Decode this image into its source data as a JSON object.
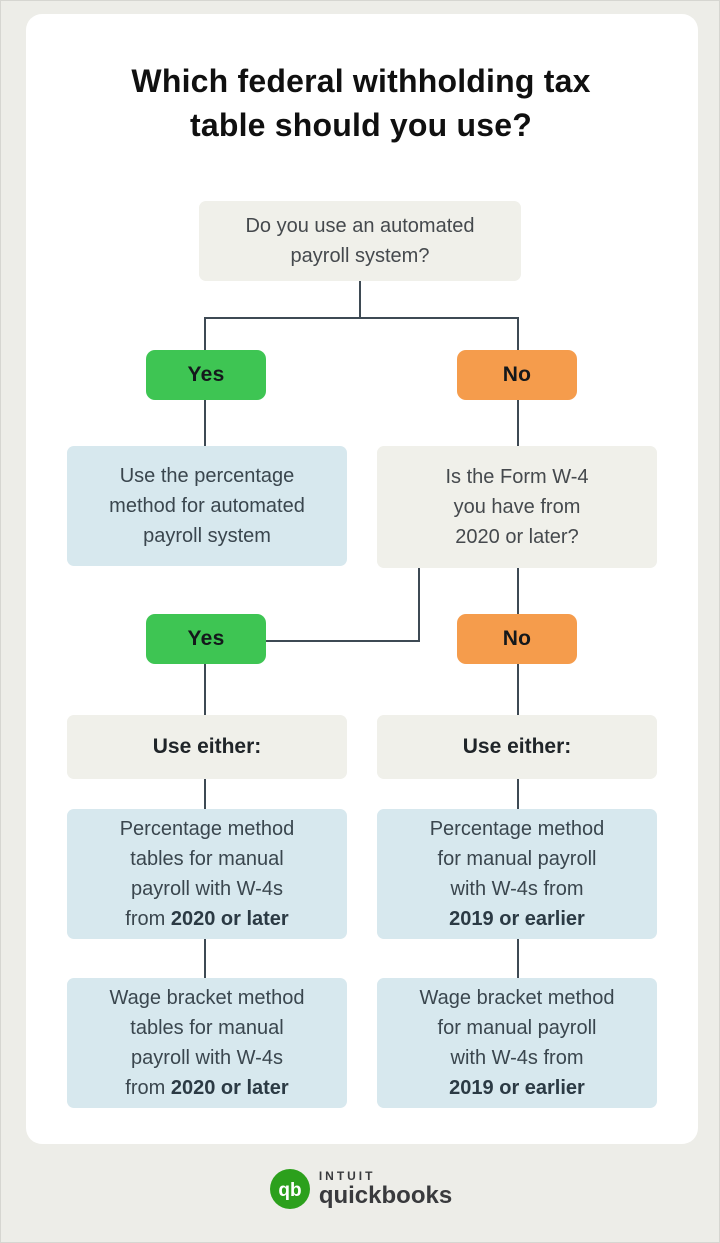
{
  "title": {
    "line1": "Which federal withholding tax",
    "line2": "table should you use?"
  },
  "colors": {
    "background": "#EDEDE8",
    "card": "#FFFFFF",
    "yes_green": "#3EC553",
    "no_orange": "#F59C4C",
    "result_blue": "#D7E8EE",
    "question_gray": "#F0F0EA",
    "connector_line": "#3E4A54",
    "quickbooks_green": "#2CA01C",
    "brand_text": "#393A3D"
  },
  "flow": {
    "q1": {
      "line1": "Do you use an automated",
      "line2": "payroll system?"
    },
    "branch1": {
      "yes": "Yes",
      "no": "No"
    },
    "auto_result": {
      "line1": "Use the percentage",
      "line2": "method for automated",
      "line3": "payroll system"
    },
    "q2": {
      "line1": "Is the Form W-4",
      "line2": "you have from",
      "line3": "2020 or later?"
    },
    "branch2": {
      "yes": "Yes",
      "no": "No"
    },
    "use_either_left": "Use either:",
    "use_either_right": "Use either:",
    "result_pct_2020": {
      "line1": "Percentage method",
      "line2": "tables for manual",
      "line3": "payroll with W-4s",
      "line4_pre": "from ",
      "line4_bold": "2020 or later"
    },
    "result_pct_2019": {
      "line1": "Percentage method",
      "line2": "for manual payroll",
      "line3": "with W-4s from",
      "line4_pre": "",
      "line4_bold": "2019 or earlier"
    },
    "result_wage_2020": {
      "line1": "Wage bracket method",
      "line2": "tables for manual",
      "line3": "payroll with W-4s",
      "line4_pre": "from ",
      "line4_bold": "2020 or later"
    },
    "result_wage_2019": {
      "line1": "Wage bracket method",
      "line2": "for manual payroll",
      "line3": "with W-4s from",
      "line4_pre": "",
      "line4_bold": "2019 or earlier"
    }
  },
  "footer": {
    "monogram": "qb",
    "brand_name_top": "INTUIT",
    "brand_name_bottom": "quickbooks"
  }
}
